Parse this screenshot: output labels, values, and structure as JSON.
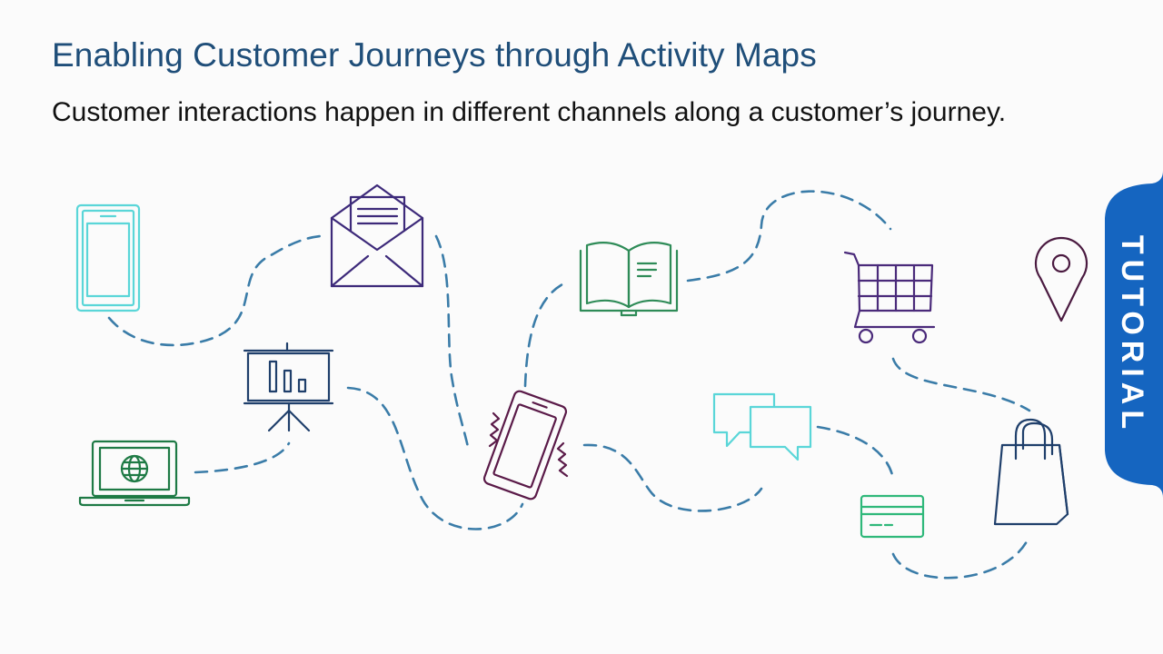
{
  "slide": {
    "title": "Enabling Customer Journeys through Activity Maps",
    "subtitle": "Customer interactions happen in different channels along a customer’s journey."
  },
  "tab": {
    "label": "TUTORIAL",
    "color": "#1565c0"
  },
  "path_color": "#3a7ca8",
  "icons": [
    {
      "name": "mobile-phone-icon",
      "color": "#5ad6d8"
    },
    {
      "name": "email-envelope-icon",
      "color": "#3d2a7a"
    },
    {
      "name": "presentation-board-icon",
      "color": "#1f3f6b"
    },
    {
      "name": "laptop-globe-icon",
      "color": "#1e7a45"
    },
    {
      "name": "vibrating-phone-icon",
      "color": "#5a1a48"
    },
    {
      "name": "open-book-icon",
      "color": "#2e8b57"
    },
    {
      "name": "shopping-cart-icon",
      "color": "#4a2a7a"
    },
    {
      "name": "location-pin-icon",
      "color": "#4a1a40"
    },
    {
      "name": "chat-bubbles-icon",
      "color": "#5ad6d8"
    },
    {
      "name": "credit-card-icon",
      "color": "#2fb87a"
    },
    {
      "name": "shopping-bag-icon",
      "color": "#1f3f6b"
    }
  ]
}
